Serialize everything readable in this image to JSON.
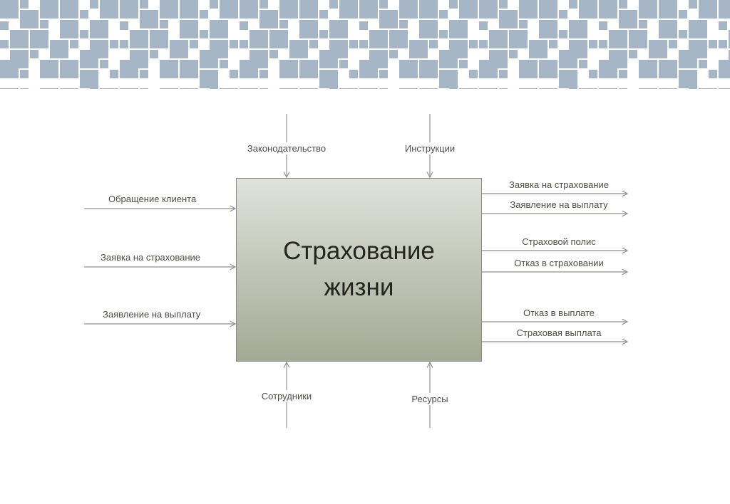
{
  "diagram": {
    "process_title": "Страхование жизни",
    "controls": [
      {
        "label": "Законодательство"
      },
      {
        "label": "Инструкции"
      }
    ],
    "inputs": [
      {
        "label": "Обращение клиента"
      },
      {
        "label": "Заявка на страхование"
      },
      {
        "label": "Заявление на выплату"
      }
    ],
    "outputs": [
      {
        "label": "Заявка на страхование"
      },
      {
        "label": "Заявление на выплату"
      },
      {
        "label": "Страховой полис"
      },
      {
        "label": "Отказ в страховании"
      },
      {
        "label": "Отказ в выплате"
      },
      {
        "label": "Страховая выплата"
      }
    ],
    "mechanisms": [
      {
        "label": "Сотрудники"
      },
      {
        "label": "Ресурсы"
      }
    ],
    "colors": {
      "mosaic": "#a6b6c6",
      "line": "#8f948b",
      "label_text": "#4c4f45",
      "box_border": "#878c82",
      "box_gradient_top": "#e0e3da",
      "box_gradient_bottom": "#a4a995",
      "box_text": "#25251f"
    }
  }
}
